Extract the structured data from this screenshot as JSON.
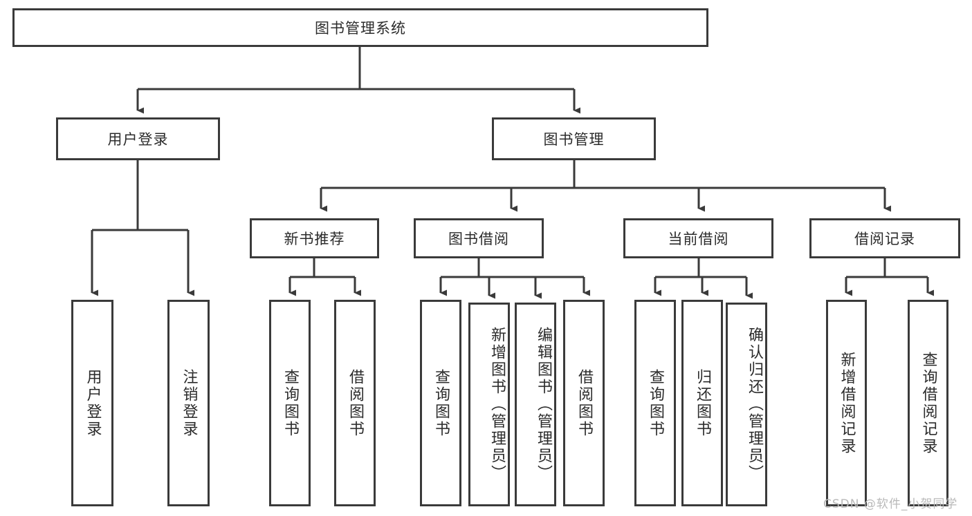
{
  "diagram": {
    "title": "图书管理系统",
    "type": "tree-hierarchy-diagram",
    "colors": {
      "stroke": "#3a3a3a",
      "fill": "#ffffff",
      "text": "#2b2b2b",
      "watermark": "#b9b9b9"
    },
    "root": {
      "label": "图书管理系统"
    },
    "level2": [
      {
        "label": "用户登录"
      },
      {
        "label": "图书管理"
      }
    ],
    "level3": [
      {
        "label": "新书推荐"
      },
      {
        "label": "图书借阅"
      },
      {
        "label": "当前借阅"
      },
      {
        "label": "借阅记录"
      }
    ],
    "leaves": {
      "user_login": [
        {
          "label": "用户登录"
        },
        {
          "label": "注销登录"
        }
      ],
      "new_book_recommend": [
        {
          "label": "查询图书"
        },
        {
          "label": "借阅图书"
        }
      ],
      "book_borrow": [
        {
          "label": "查询图书"
        },
        {
          "label": "新增图书（管理员）"
        },
        {
          "label": "编辑图书（管理员）"
        },
        {
          "label": "借阅图书"
        }
      ],
      "current_borrow": [
        {
          "label": "查询图书"
        },
        {
          "label": "归还图书"
        },
        {
          "label": "确认归还（管理员）"
        }
      ],
      "borrow_record": [
        {
          "label": "新增借阅记录"
        },
        {
          "label": "查询借阅记录"
        }
      ]
    }
  },
  "watermark": {
    "text": "CSDN @软件_小贺同学"
  }
}
